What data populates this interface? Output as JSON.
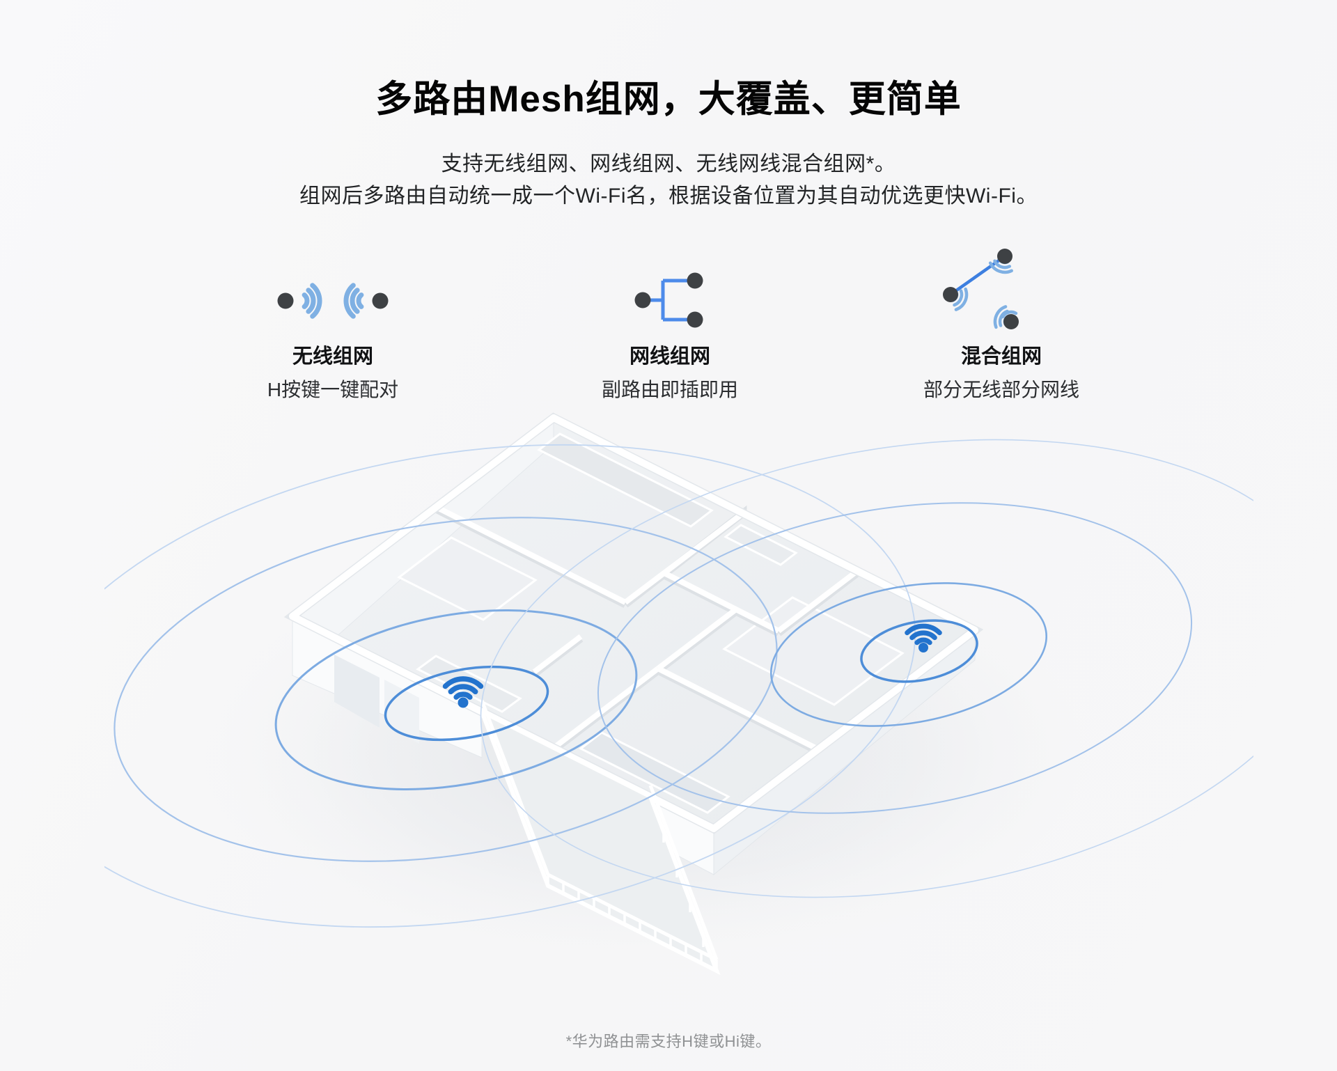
{
  "header": {
    "title": "多路由Mesh组网，大覆盖、更简单",
    "subtitle_line1": "支持无线组网、网线组网、无线网线混合组网*。",
    "subtitle_line2": "组网后多路由自动统一成一个Wi-Fi名，根据设备位置为其自动优选更快Wi-Fi。"
  },
  "features": [
    {
      "icon": "wireless-pair-icon",
      "title": "无线组网",
      "desc": "H按键一键配对"
    },
    {
      "icon": "wired-tree-icon",
      "title": "网线组网",
      "desc": "副路由即插即用"
    },
    {
      "icon": "hybrid-link-icon",
      "title": "混合组网",
      "desc": "部分无线部分网线"
    }
  ],
  "illustration": {
    "name": "isometric-floorplan-wifi-coverage",
    "wifi_hotspots": [
      "left-room-wifi",
      "right-room-wifi"
    ]
  },
  "footnote": "*华为路由需支持H键或Hi键。",
  "colors": {
    "background": "#f7f7f8",
    "text_primary": "#050505",
    "text_secondary": "#222426",
    "footnote_gray": "#8f9193",
    "dot_dark": "#3e4144",
    "wave_light_blue": "#7fb0e3",
    "cable_blue": "#4d8bea",
    "link_blue": "#3d7fe0",
    "wifi_blue": "#2373cd",
    "ring_blue_strong": "#4d8dd8",
    "ring_blue_soft": "#a3c2ea"
  }
}
